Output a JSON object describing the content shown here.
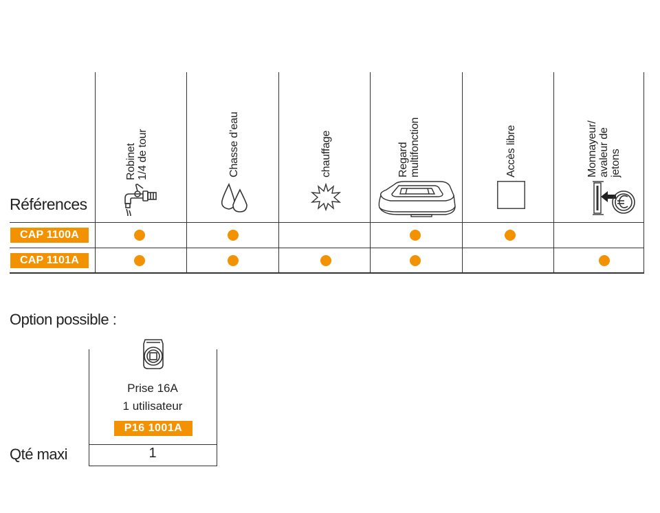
{
  "table": {
    "references_label": "Références",
    "columns": [
      {
        "line1": "Robinet",
        "line2": "1/4 de tour",
        "icon": "tap-icon"
      },
      {
        "line1": "Chasse d’eau",
        "line2": "",
        "icon": "water-drops-icon"
      },
      {
        "line1": "chauffage",
        "line2": "",
        "icon": "heating-star-icon"
      },
      {
        "line1": "Regard",
        "line2": "multifonction",
        "icon": "multifunction-basin-icon"
      },
      {
        "line1": "Accès libre",
        "line2": "",
        "icon": "open-access-square-icon"
      },
      {
        "line1": "Monnayeur/",
        "line2": "avaleur de",
        "line3": "jetons",
        "icon": "coin-acceptor-euro-icon"
      }
    ],
    "rows": [
      {
        "ref": "CAP 1100A",
        "marks": [
          true,
          true,
          false,
          true,
          true,
          false
        ]
      },
      {
        "ref": "CAP 1101A",
        "marks": [
          true,
          true,
          true,
          true,
          false,
          true
        ]
      }
    ],
    "accent_color": "#f39200"
  },
  "option": {
    "title": "Option possible :",
    "name_line1": "Prise 16A",
    "name_line2": "1 utilisateur",
    "ref": "P16 1001A",
    "icon": "socket-icon",
    "qty_label": "Qté maxi",
    "qty_value": "1"
  }
}
